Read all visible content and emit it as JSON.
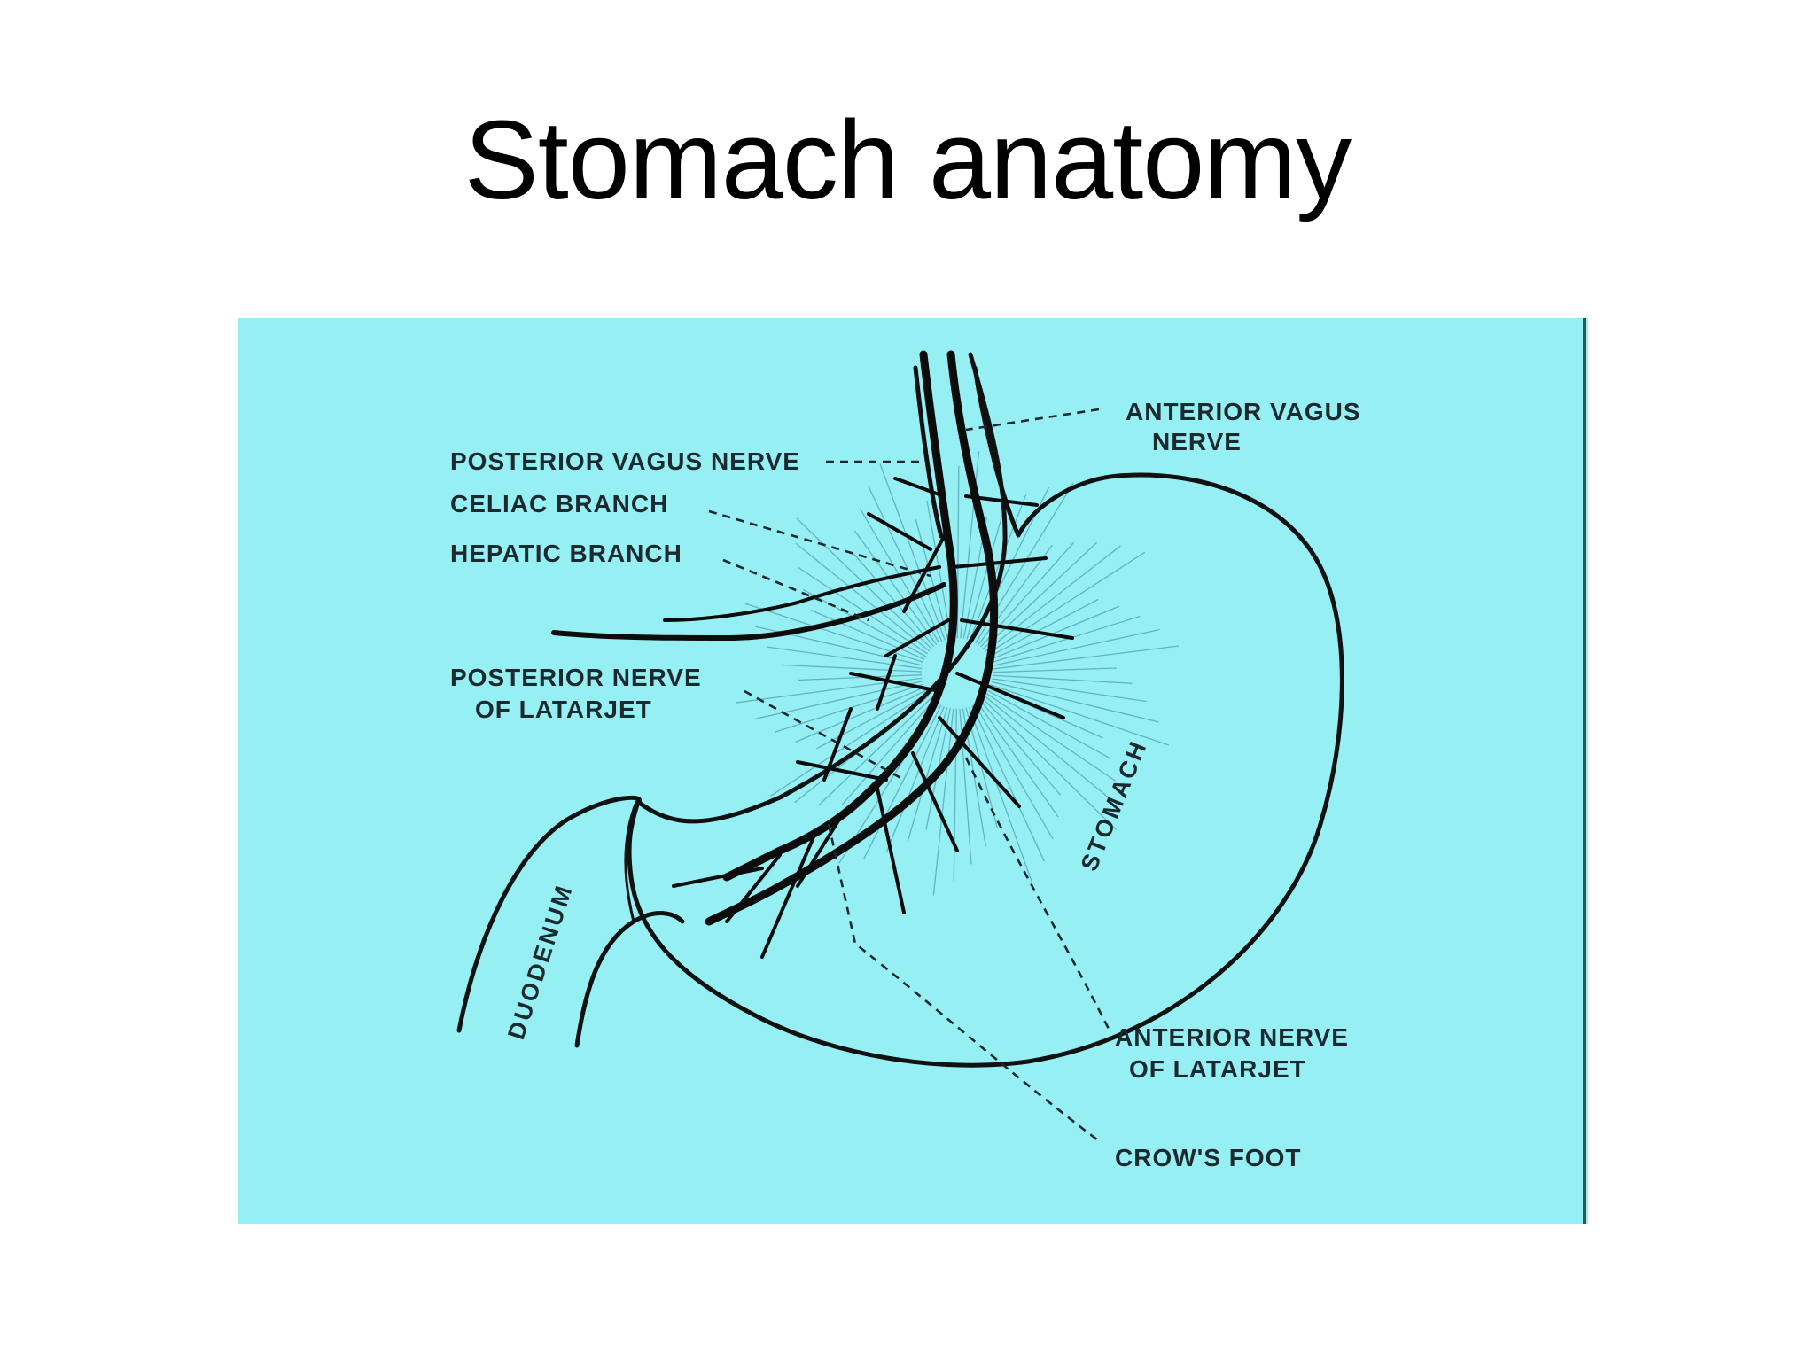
{
  "title": "Stomach anatomy",
  "colors": {
    "panel": "#96f0f3",
    "ink": "#111111",
    "label": "#1c2a30"
  },
  "labels": {
    "posterior_vagus": "POSTERIOR VAGUS NERVE",
    "celiac": "CELIAC BRANCH",
    "hepatic": "HEPATIC BRANCH",
    "posterior_latarjet_1": "POSTERIOR NERVE",
    "posterior_latarjet_2": "OF LATARJET",
    "anterior_vagus_1": "ANTERIOR VAGUS",
    "anterior_vagus_2": "NERVE",
    "anterior_latarjet_1": "ANTERIOR NERVE",
    "anterior_latarjet_2": "OF LATARJET",
    "crows_foot": "CROW'S FOOT",
    "stomach": "STOMACH",
    "duodenum": "DUODENUM"
  }
}
